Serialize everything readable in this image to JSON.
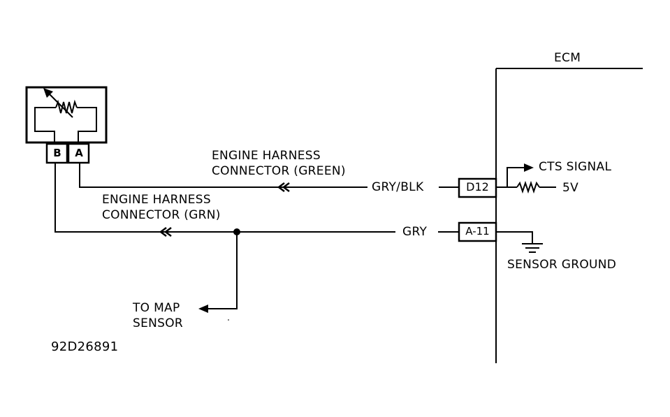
{
  "ecm": {
    "label": "ECM"
  },
  "sensor": {
    "pin_b": "B",
    "pin_a": "A"
  },
  "harness": {
    "upper_line1": "ENGINE HARNESS",
    "upper_line2": "CONNECTOR (GREEN)",
    "lower_line1": "ENGINE HARNESS",
    "lower_line2": "CONNECTOR (GRN)"
  },
  "wires": {
    "signal_color": "GRY/BLK",
    "ground_color": "GRY"
  },
  "terminals": {
    "signal": "D12",
    "ground": "A-11"
  },
  "ecm_internal": {
    "signal_label": "CTS SIGNAL",
    "voltage": "5V",
    "ground_label": "SENSOR GROUND"
  },
  "map": {
    "line1": "TO MAP",
    "line2": "SENSOR"
  },
  "figure_id": "92D26891"
}
